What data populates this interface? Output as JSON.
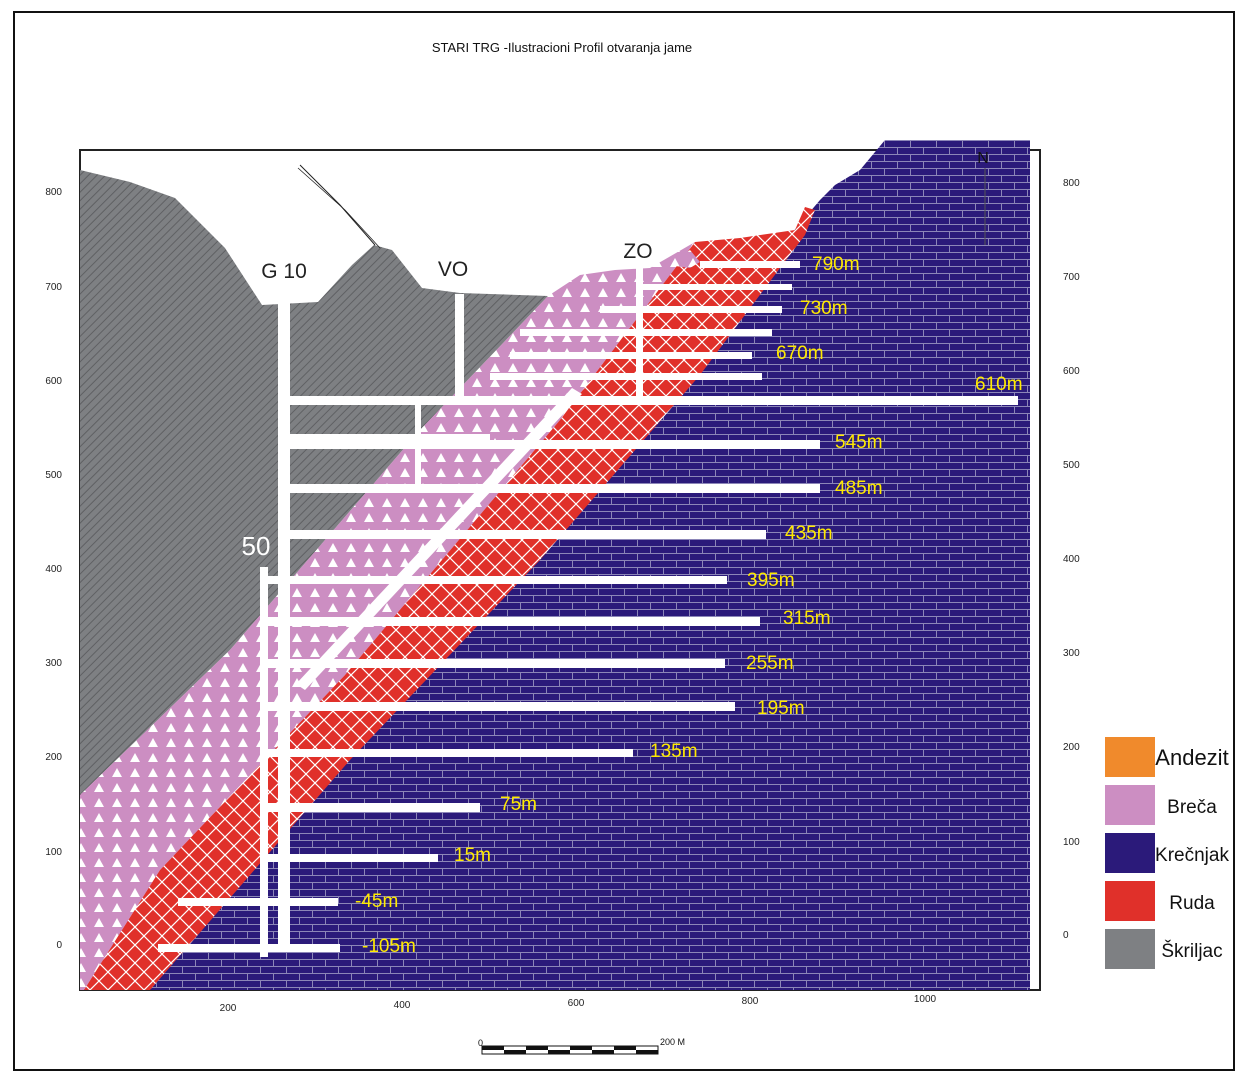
{
  "title": "STARI TRG -Ilustracioni  Profil otvaranja jame",
  "shaft_labels": {
    "g10": "G 10",
    "vo": "VO",
    "zo": "ZO",
    "s50": "50"
  },
  "north_label": "N",
  "level_labels": [
    "790m",
    "730m",
    "670m",
    "610m",
    "545m",
    "485m",
    "435m",
    "395m",
    "315m",
    "255m",
    "195m",
    "135m",
    "75m",
    "15m",
    "-45m",
    "-105m"
  ],
  "y_axis_left": [
    "800",
    "700",
    "600",
    "500",
    "400",
    "300",
    "200",
    "100",
    "0"
  ],
  "y_axis_right": [
    "800",
    "700",
    "600",
    "500",
    "400",
    "300",
    "200",
    "100",
    "0"
  ],
  "x_axis": [
    "200",
    "400",
    "600",
    "800",
    "1000"
  ],
  "scale_bar": {
    "start": "0",
    "end": "200  M"
  },
  "legend": [
    {
      "label": "Andezit",
      "color": "#f08a2c"
    },
    {
      "label": "Breča",
      "color": "#cc8ec2"
    },
    {
      "label": "Krečnjak",
      "color": "#2b1a7a"
    },
    {
      "label": "Ruda",
      "color": "#e0302a"
    },
    {
      "label": "Škriljac",
      "color": "#7e8083"
    }
  ],
  "colors": {
    "tunnel": "#ffffff",
    "level_text": "#ffea00",
    "shaft_text": "#222222"
  }
}
